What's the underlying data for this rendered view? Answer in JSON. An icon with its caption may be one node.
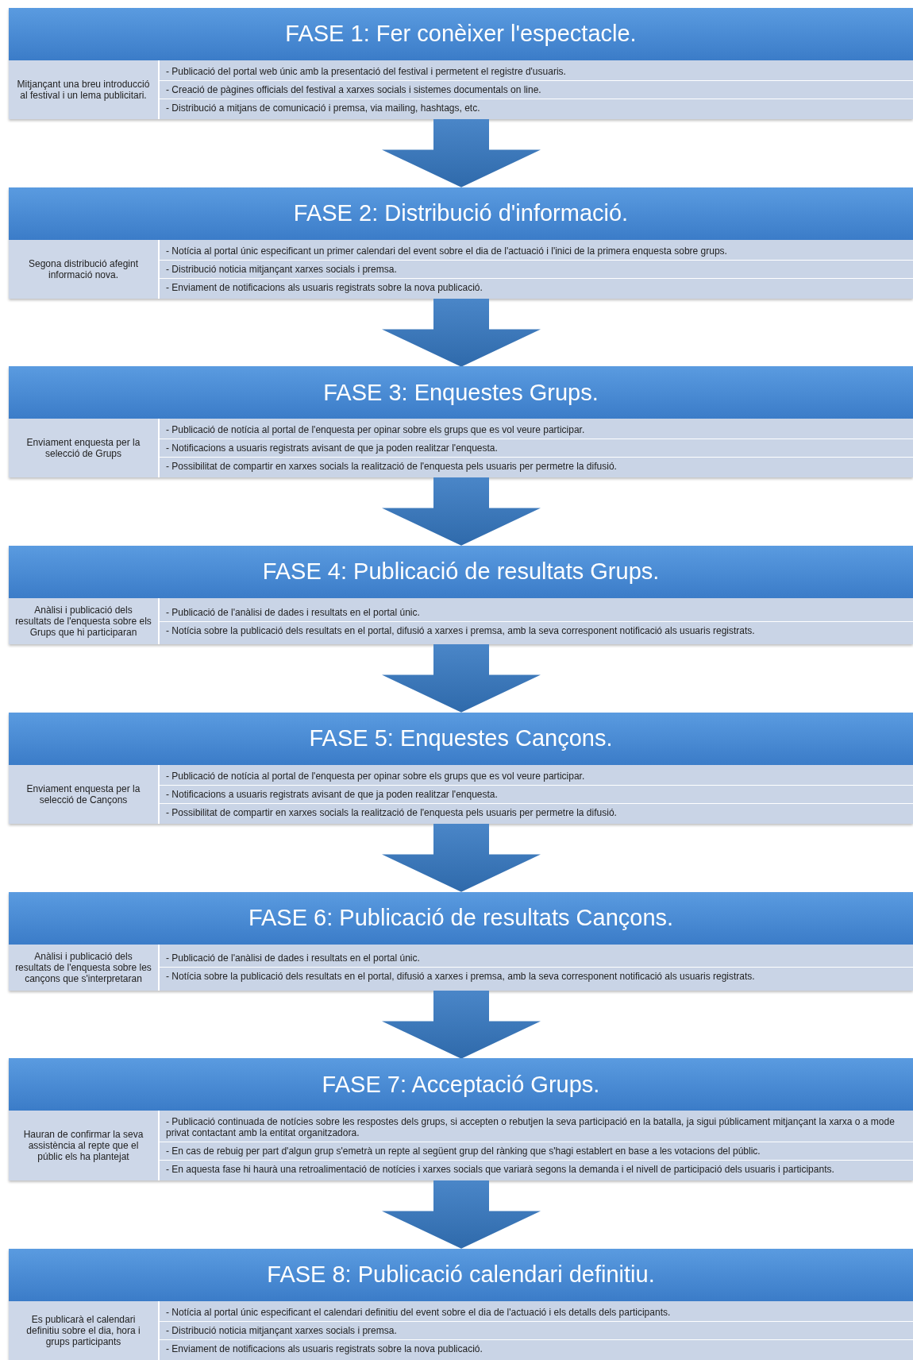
{
  "diagram": {
    "nodes": [
      {
        "text": [
          "FASE 1: Fer conèixer l'espectacle."
        ]
      },
      {
        "text": [
          "Mitjançant una breu introducció al festival i un lema publicitari."
        ],
        "in": 0
      },
      {
        "text": [
          "- Publicació del portal web únic amb la presentació del festival i permetent el registre d'usuaris.",
          "- Creació de pàgines officials del festival a xarxes socials i sistemes documentals on line.",
          "- Distribució a mitjans de comunicació i premsa, via mailing, hashtags, etc."
        ],
        "in": 0
      },
      {
        "text": [
          "FASE 2: Distribució d'informació."
        ]
      },
      {
        "text": [
          "Segona distribució afegint informació nova."
        ],
        "in": 3
      },
      {
        "text": [
          "- Notícia al portal únic especificant un primer calendari del event sobre el dia de l'actuació i l'inici de la primera enquesta sobre grups.",
          "- Distribució noticia mitjançant xarxes socials i premsa.",
          "- Enviament de notificacions als usuaris registrats sobre la nova publicació."
        ],
        "in": 3
      },
      {
        "text": [
          "FASE 3: Enquestes Grups."
        ]
      },
      {
        "text": [
          "Enviament enquesta per la selecció de Grups"
        ],
        "in": 6
      },
      {
        "text": [
          "- Publicació de notícia al portal de l'enquesta per opinar sobre els grups que es vol veure participar.",
          "- Notificacions a usuaris registrats avisant de que ja poden realitzar l'enquesta.",
          "- Possibilitat de compartir en xarxes socials la realització de l'enquesta pels usuaris per permetre la difusió."
        ],
        "in": 6
      },
      {
        "text": [
          "FASE 4: Publicació de resultats Grups."
        ]
      },
      {
        "text": [
          "Anàlisi i publicació dels resultats de l'enquesta sobre els Grups que hi participaran"
        ],
        "in": 9
      },
      {
        "text": [
          "- Publicació de l'anàlisi de dades i resultats en el portal únic.",
          "- Notícia sobre la publicació dels resultats en el portal, difusió a xarxes i premsa, amb la seva corresponent notificació als usuaris registrats."
        ],
        "in": 9
      },
      {
        "text": [
          "FASE 5: Enquestes Cançons."
        ]
      },
      {
        "text": [
          "Enviament enquesta per la selecció de Cançons"
        ],
        "in": 12
      },
      {
        "text": [
          "- Publicació de notícia al portal de l'enquesta per opinar sobre els grups que es vol veure participar.",
          "- Notificacions a usuaris registrats avisant de que ja poden realitzar l'enquesta.",
          "- Possibilitat de compartir en xarxes socials la realització de l'enquesta pels usuaris per permetre la difusió."
        ],
        "in": 12
      },
      {
        "text": [
          "FASE 6: Publicació de resultats Cançons."
        ]
      },
      {
        "text": [
          "Anàlisi i publicació dels resultats de l'enquesta sobre les cançons que s'interpretaran"
        ],
        "in": 15
      },
      {
        "text": [
          "- Publicació de l'anàlisi de dades i resultats en el portal únic.",
          "- Notícia sobre la publicació dels resultats en el portal, difusió a xarxes i premsa, amb la seva corresponent notificació als usuaris registrats."
        ],
        "in": 15
      },
      {
        "text": [
          "FASE 7: Acceptació Grups."
        ]
      },
      {
        "text": [
          "Hauran de confirmar la seva assistència al repte que el públic els ha plantejat"
        ],
        "in": 18
      },
      {
        "text": [
          "- Publicació continuada de notícies sobre les respostes dels grups, si accepten o rebutjen la seva participació en la batalla, ja sigui públicament mitjançant la xarxa o a mode privat contactant amb la entitat organitzadora.",
          "- En cas de rebuig per part d'algun grup s'emetrà un repte al següent grup del rànking que s'hagi establert en base a les votacions del públic.",
          "- En aquesta fase hi haurà una retroalimentació de notícies i xarxes socials que variarà segons la demanda i el nivell de participació dels usuaris i participants."
        ],
        "in": 18
      },
      {
        "text": [
          "FASE 8: Publicació calendari definitiu."
        ]
      },
      {
        "text": [
          "Es publicarà el calendari definitiu sobre el dia, hora i grups participants"
        ],
        "in": 21
      },
      {
        "text": [
          "- Notícia al portal únic especificant el calendari definitiu del event sobre el dia de l'actuació i els detalls dels participants.",
          "- Distribució noticia mitjançant xarxes socials i premsa.",
          "- Enviament de notificacions als usuaris registrats sobre la nova publicació."
        ],
        "in": 21
      }
    ],
    "edges": [
      {
        "from": 0,
        "to": 3,
        "arrow": "to"
      },
      {
        "from": 3,
        "to": 6,
        "arrow": "to"
      },
      {
        "from": 6,
        "to": 9,
        "arrow": "to"
      },
      {
        "from": 9,
        "to": 12,
        "arrow": "to"
      },
      {
        "from": 12,
        "to": 15,
        "arrow": "to"
      },
      {
        "from": 15,
        "to": 18,
        "arrow": "to"
      },
      {
        "from": 18,
        "to": 21,
        "arrow": "to"
      }
    ]
  }
}
